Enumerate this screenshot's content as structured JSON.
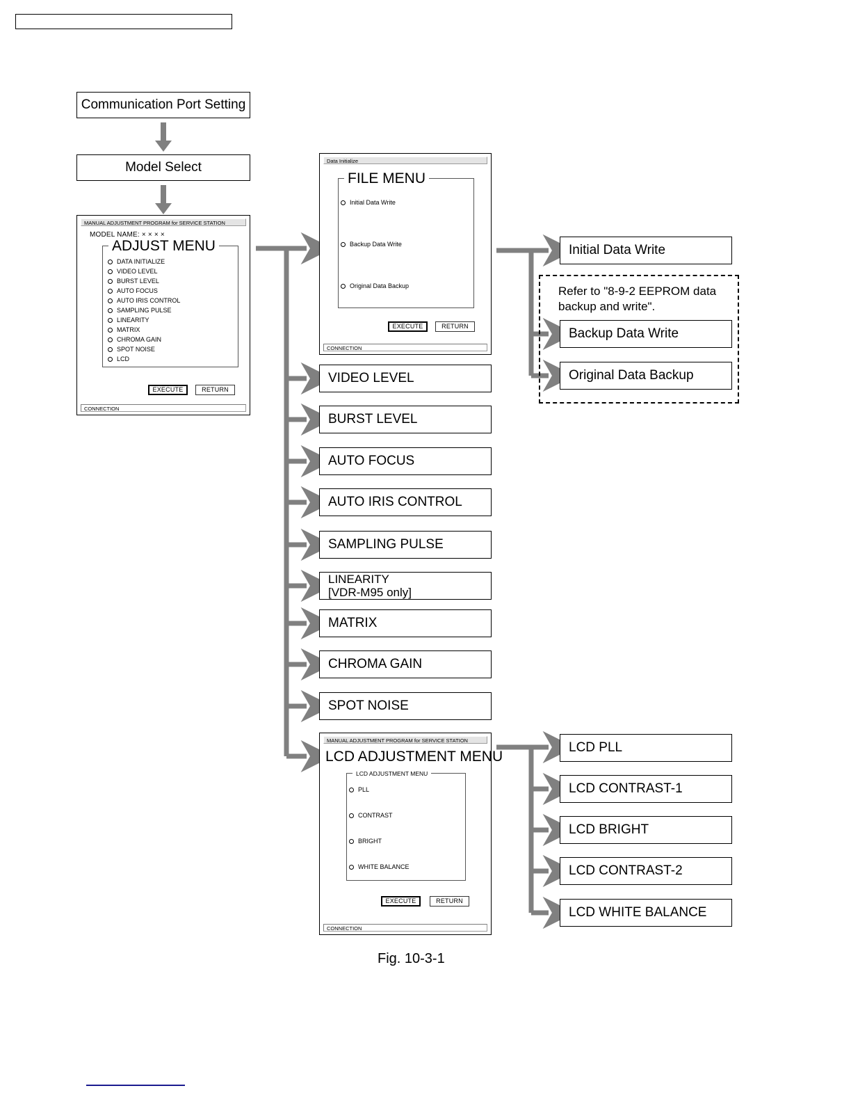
{
  "figure": {
    "caption": "Fig. 10-3-1"
  },
  "top_chain": [
    {
      "label": "Communication Port Setting"
    },
    {
      "label": "Model Select"
    }
  ],
  "adjust_window": {
    "title_bar": "MANUAL ADJUSTMENT PROGRAM for SERVICE STATION",
    "model_name": "MODEL NAME: × × × ×",
    "group_legend": "ADJUST MENU",
    "items": [
      {
        "label": "DATA INITIALIZE"
      },
      {
        "label": "VIDEO LEVEL"
      },
      {
        "label": "BURST LEVEL"
      },
      {
        "label": "AUTO FOCUS"
      },
      {
        "label": "AUTO IRIS CONTROL"
      },
      {
        "label": "SAMPLING PULSE"
      },
      {
        "label": "LINEARITY"
      },
      {
        "label": "MATRIX"
      },
      {
        "label": "CHROMA GAIN"
      },
      {
        "label": "SPOT NOISE"
      },
      {
        "label": "LCD"
      }
    ],
    "execute_label": "EXECUTE",
    "return_label": "RETURN",
    "status_bar": "CONNECTION"
  },
  "file_window": {
    "title_bar": "Data Initialize",
    "group_legend": "FILE MENU",
    "items": [
      {
        "label": "Initial Data Write"
      },
      {
        "label": "Backup Data Write"
      },
      {
        "label": "Original Data Backup"
      }
    ],
    "execute_label": "EXECUTE",
    "return_label": "RETURN",
    "status_bar": "CONNECTION"
  },
  "lcd_window": {
    "title_bar": "MANUAL ADJUSTMENT PROGRAM for SERVICE STATION",
    "heading": "LCD ADJUSTMENT MENU",
    "group_legend": "LCD ADJUSTMENT MENU",
    "items": [
      {
        "label": "PLL"
      },
      {
        "label": "CONTRAST"
      },
      {
        "label": "BRIGHT"
      },
      {
        "label": "WHITE BALANCE"
      }
    ],
    "execute_label": "EXECUTE",
    "return_label": "RETURN",
    "status_bar": "CONNECTION"
  },
  "adjust_branches": [
    {
      "label": "VIDEO LEVEL"
    },
    {
      "label": "BURST LEVEL"
    },
    {
      "label": "AUTO FOCUS"
    },
    {
      "label": "AUTO IRIS CONTROL"
    },
    {
      "label": "SAMPLING PULSE"
    },
    {
      "label": "LINEARITY\n[VDR-M95 only]"
    },
    {
      "label": "MATRIX"
    },
    {
      "label": "CHROMA GAIN"
    },
    {
      "label": "SPOT NOISE"
    }
  ],
  "data_branches": [
    {
      "label": "Initial Data Write"
    },
    {
      "label": "Backup Data Write"
    },
    {
      "label": "Original Data Backup"
    }
  ],
  "dashed_note": {
    "text": "Refer to \"8-9-2 EEPROM data\nbackup and write\"."
  },
  "lcd_branches": [
    {
      "label": "LCD PLL"
    },
    {
      "label": "LCD CONTRAST-1"
    },
    {
      "label": "LCD BRIGHT"
    },
    {
      "label": "LCD CONTRAST-2"
    },
    {
      "label": "LCD WHITE BALANCE"
    }
  ],
  "colors": {
    "connector_gray": "#808080",
    "box_border": "#000000",
    "bottom_rule": "#1b1b8f",
    "titlebar_fill": "#e4e4e4"
  }
}
